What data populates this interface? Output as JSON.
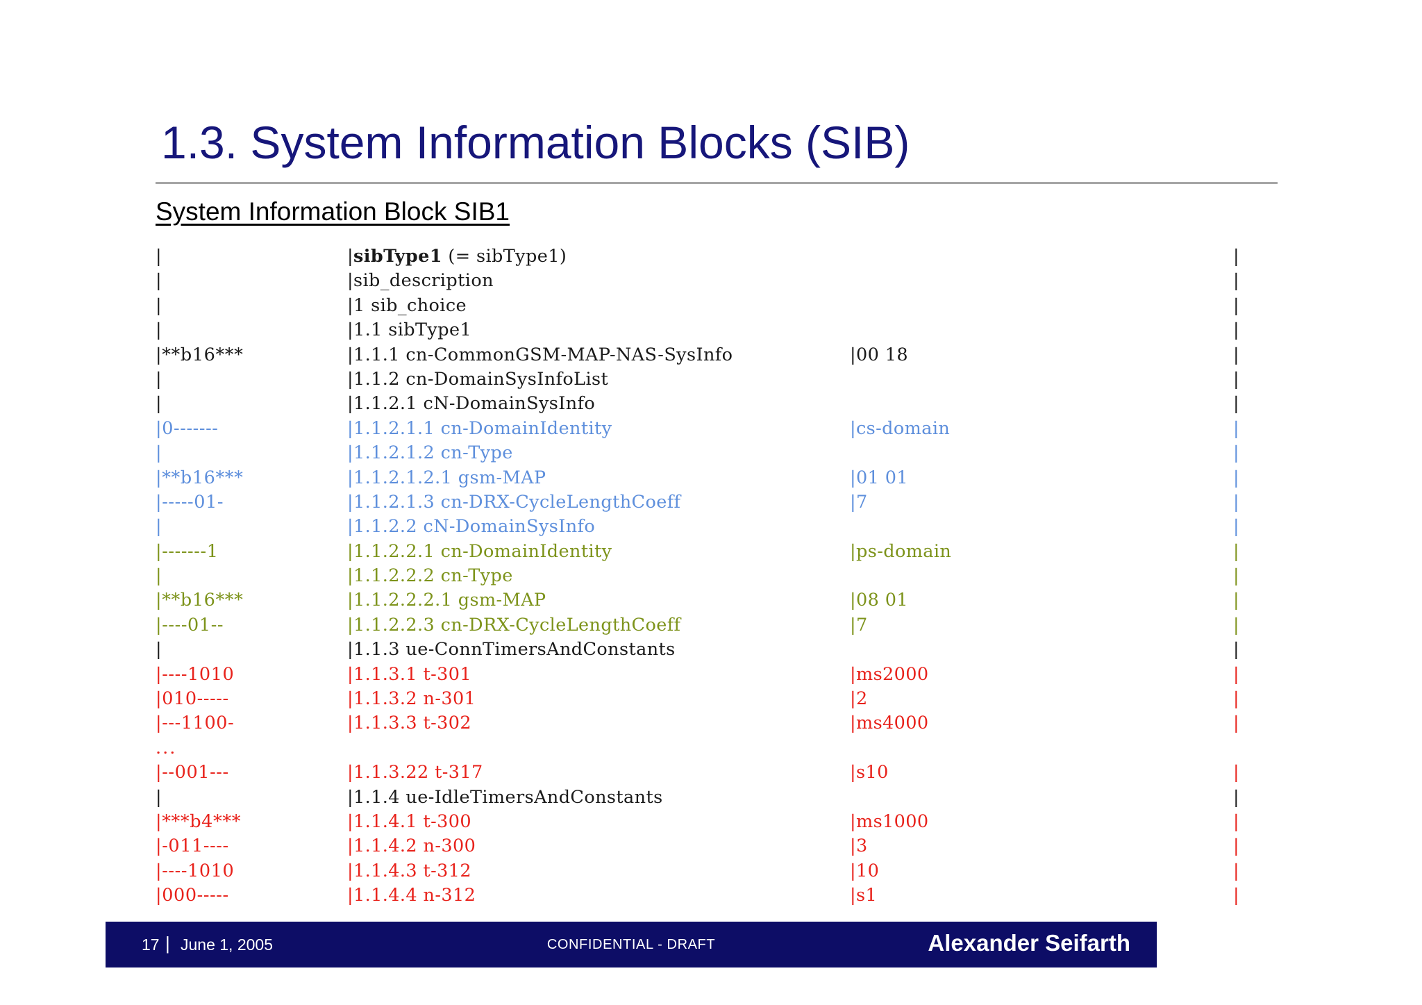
{
  "slide": {
    "title": "1.3. System Information Blocks (SIB)",
    "subtitle": "System Information Block SIB1",
    "colors": {
      "title": "#16167a",
      "footer_bar": "#0d0d66",
      "rule": "#a6a6a6",
      "black_rows": "#1a1a1a",
      "blue_rows": "#5e8fdc",
      "green_rows": "#7d931b",
      "red_rows": "#e8221b"
    }
  },
  "code_block": {
    "rows": [
      {
        "bits": "|",
        "name": "|sibType1 (= sibType1)",
        "name_bold_prefix": "sibType1",
        "value": "",
        "end": "|",
        "color": "black"
      },
      {
        "bits": "|",
        "name": "|sib_description",
        "value": "",
        "end": "|",
        "color": "black"
      },
      {
        "bits": "|",
        "name": "|1 sib_choice",
        "value": "",
        "end": "|",
        "color": "black"
      },
      {
        "bits": "|",
        "name": "|1.1 sibType1",
        "value": "",
        "end": "|",
        "color": "black"
      },
      {
        "bits": "|**b16***",
        "name": "|1.1.1 cn-CommonGSM-MAP-NAS-SysInfo",
        "value": "|00 18",
        "end": "|",
        "color": "black"
      },
      {
        "bits": "|",
        "name": "|1.1.2 cn-DomainSysInfoList",
        "value": "",
        "end": "|",
        "color": "black"
      },
      {
        "bits": "|",
        "name": "|1.1.2.1 cN-DomainSysInfo",
        "value": "",
        "end": "|",
        "color": "black"
      },
      {
        "bits": "|0-------",
        "name": "|1.1.2.1.1 cn-DomainIdentity",
        "value": "|cs-domain",
        "end": "|",
        "color": "blue"
      },
      {
        "bits": "|",
        "name": "|1.1.2.1.2 cn-Type",
        "value": "",
        "end": "|",
        "color": "blue"
      },
      {
        "bits": "|**b16***",
        "name": "|1.1.2.1.2.1 gsm-MAP",
        "value": "|01 01",
        "end": "|",
        "color": "blue"
      },
      {
        "bits": "|-----01-",
        "name": "|1.1.2.1.3 cn-DRX-CycleLengthCoeff",
        "value": "|7",
        "end": "|",
        "color": "blue"
      },
      {
        "bits": "|",
        "name": "|1.1.2.2 cN-DomainSysInfo",
        "value": "",
        "end": "|",
        "color": "blue"
      },
      {
        "bits": "|-------1",
        "name": "|1.1.2.2.1 cn-DomainIdentity",
        "value": "|ps-domain",
        "end": "|",
        "color": "green"
      },
      {
        "bits": "|",
        "name": "|1.1.2.2.2 cn-Type",
        "value": "",
        "end": "|",
        "color": "green"
      },
      {
        "bits": "|**b16***",
        "name": "|1.1.2.2.2.1 gsm-MAP",
        "value": "|08 01",
        "end": "|",
        "color": "green"
      },
      {
        "bits": "|----01--",
        "name": "|1.1.2.2.3 cn-DRX-CycleLengthCoeff",
        "value": "|7",
        "end": "|",
        "color": "green"
      },
      {
        "bits": "|",
        "name": "|1.1.3 ue-ConnTimersAndConstants",
        "value": "",
        "end": "|",
        "color": "black"
      },
      {
        "bits": "|----1010",
        "name": "|1.1.3.1 t-301",
        "value": "|ms2000",
        "end": "|",
        "color": "red"
      },
      {
        "bits": "|010-----",
        "name": "|1.1.3.2 n-301",
        "value": "|2",
        "end": "|",
        "color": "red"
      },
      {
        "bits": "|---1100-",
        "name": "|1.1.3.3 t-302",
        "value": "|ms4000",
        "end": "|",
        "color": "red"
      },
      {
        "bits": "...",
        "name": "",
        "value": "",
        "end": "",
        "color": "red",
        "is_ellipsis": true
      },
      {
        "bits": "|--001---",
        "name": "|1.1.3.22 t-317",
        "value": "|s10",
        "end": "|",
        "color": "red"
      },
      {
        "bits": "|",
        "name": "|1.1.4 ue-IdleTimersAndConstants",
        "value": "",
        "end": "|",
        "color": "black"
      },
      {
        "bits": "|***b4***",
        "name": "|1.1.4.1 t-300",
        "value": "|ms1000",
        "end": "|",
        "color": "red"
      },
      {
        "bits": "|-011----",
        "name": "|1.1.4.2 n-300",
        "value": "|3",
        "end": "|",
        "color": "red"
      },
      {
        "bits": "|----1010",
        "name": "|1.1.4.3 t-312",
        "value": "|10",
        "end": "|",
        "color": "red"
      },
      {
        "bits": "|000-----",
        "name": "|1.1.4.4 n-312",
        "value": "|s1",
        "end": "|",
        "color": "red"
      }
    ]
  },
  "footer": {
    "page_number": "17",
    "separator": "|",
    "date": "June 1, 2005",
    "confidentiality": "CONFIDENTIAL - DRAFT",
    "author": "Alexander Seifarth"
  }
}
